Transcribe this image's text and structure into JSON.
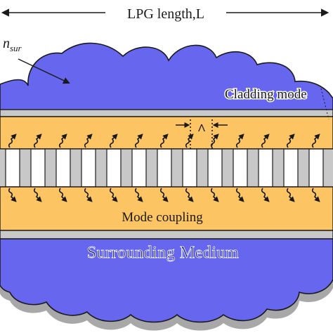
{
  "title": "LPG length,L",
  "labels": {
    "n_sur_base": "n",
    "n_sur_sub": "sur",
    "cladding_mode": "Cladding mode",
    "period_symbol": "Λ",
    "mode_coupling": "Mode coupling",
    "surrounding_medium": "Surrounding Medium"
  },
  "colors": {
    "cloud": "#6666ee",
    "cloud_shadow": "#a8a8a8",
    "cladding": "#fcc463",
    "core_gray": "#c8c8c8",
    "core_white": "#ffffff",
    "outline": "#1a1a1a"
  },
  "icons": {
    "grating-arrow": "wavy arrow",
    "period-markers": "opposing arrowheads"
  }
}
